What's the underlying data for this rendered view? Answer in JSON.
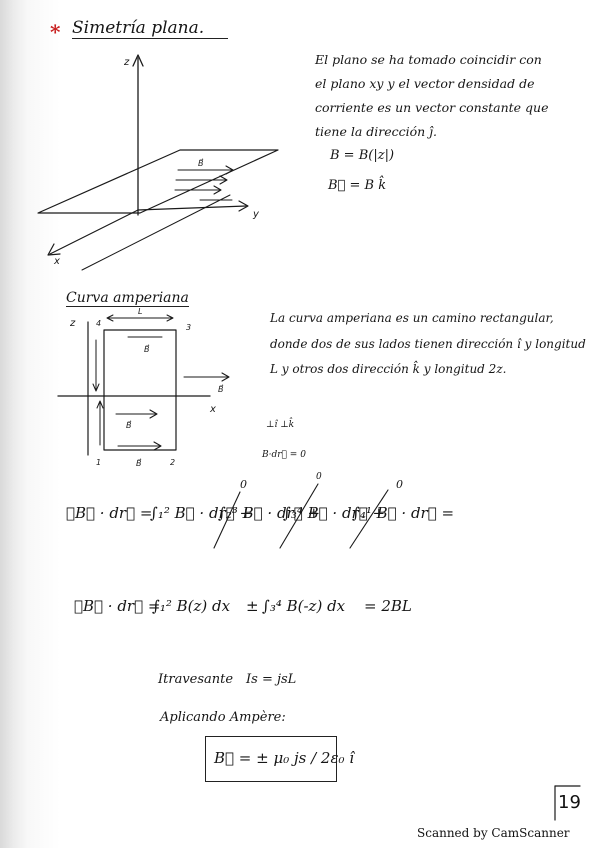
{
  "section1": {
    "star": "*",
    "title": "Simetría plana.",
    "desc_lines": [
      "El plano se ha tomado coincidir con",
      "el plano xy y el vector densidad de",
      "corriente es un vector constante que",
      "tiene la dirección ĵ."
    ],
    "eq1": "B = B(|z|)",
    "eq2": "B⃗ = B k̂",
    "diagram_labels": {
      "z": "z",
      "y": "y",
      "x": "x",
      "b": "B⃗"
    }
  },
  "section2": {
    "title": "Curva amperiana",
    "desc_lines": [
      "La curva amperiana es un camino rectangular,",
      "donde dos de sus lados tienen dirección î y longitud",
      "L y otros dos dirección k̂ y longitud 2z."
    ],
    "diagram_labels": {
      "z": "z",
      "x": "x",
      "L": "L",
      "n1": "1",
      "n2": "2",
      "n3": "3",
      "n4": "4",
      "b_top": "B⃗",
      "b_right": "B⃗",
      "b_mid": "B⃗",
      "b_bot": "B⃗"
    },
    "perp_note_top": "⊥î  ⊥k̂",
    "perp_note": "B·dr⃗ = 0",
    "integral1": {
      "lhs": "∮B⃗ · dr⃗  =",
      "t1": "∫₁² B⃗ · dr⃗ +",
      "t2": "∫₂³ B⃗ · dr⃗ +",
      "t3": "∫₃⁴ B⃗ · dr⃗ +",
      "t4": "∫₄¹ B⃗ · dr⃗ =",
      "zero1": "0",
      "zero2": "0",
      "zero_small": "0"
    },
    "integral2": {
      "lhs": "∮B⃗ · dr⃗  =",
      "t1": "∫₁² B(z) dx",
      "pm": "±",
      "t2": "∫₃⁴ B(-z) dx",
      "rhs": "=  2BL"
    },
    "current_label": "Itravesante",
    "current_eq": "Is = jsL",
    "applying": "Aplicando Ampère:",
    "result": "B⃗ = ± μ₀ js / 2ε₀ î"
  },
  "page_number": "19",
  "footer": "Scanned by CamScanner"
}
